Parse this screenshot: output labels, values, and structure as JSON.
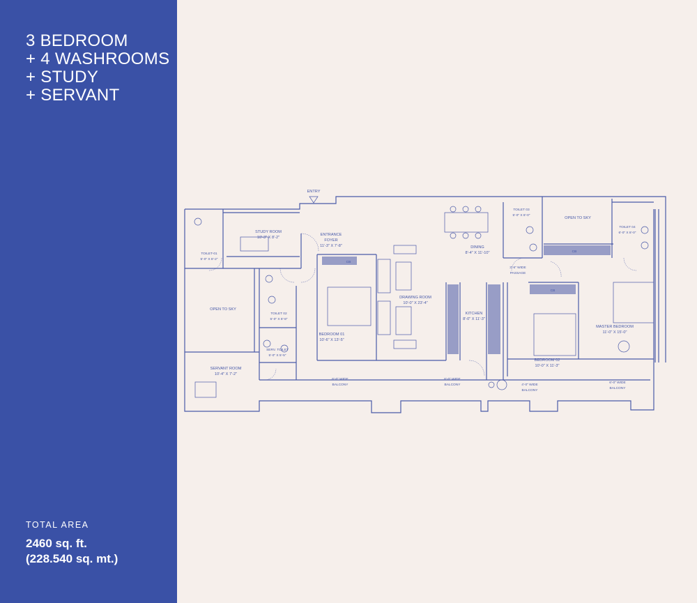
{
  "headline": {
    "line1": "3 BEDROOM",
    "line2": "+ 4 WASHROOMS",
    "line3": "+ STUDY",
    "line4": "+ SERVANT"
  },
  "total_area": {
    "label": "TOTAL AREA",
    "sqft": "2460 sq. ft.",
    "sqmt": "(228.540 sq. mt.)"
  },
  "colors": {
    "sidebar": "#3a51a6",
    "background": "#f6efeb",
    "linework": "#4a5aa8"
  },
  "plan": {
    "entry": "ENTRY",
    "cb": "CB",
    "rooms": {
      "toilet01": {
        "name": "TOILET-01",
        "dims": "5'-0\" X 8'-2\""
      },
      "study": {
        "name": "STUDY ROOM",
        "dims": "10'-3\" X 8'-2\""
      },
      "foyer": {
        "name1": "ENTRANCE",
        "name2": "FOYER",
        "dims": "11'-3\" X 7'-8\""
      },
      "dining": {
        "name": "DINING",
        "dims": "8'-4\" X 11'-10\""
      },
      "toilet03": {
        "name": "TOILET 03",
        "dims": "5'-0\" X 8'-0\""
      },
      "open_sky_top": {
        "name": "OPEN TO SKY"
      },
      "toilet04": {
        "name": "TOILET 04",
        "dims": "6'-0\" X 8'-0\""
      },
      "passage": {
        "name1": "3'-6\" WIDE",
        "name2": "PASSAGE"
      },
      "open_sky_left": {
        "name": "OPEN TO SKY"
      },
      "toilet02": {
        "name": "TOILET 02",
        "dims": "5'-0\" X 8'-8\""
      },
      "drawing": {
        "name": "DRAWING ROOM",
        "dims": "10'-0\" X 23'-4\""
      },
      "kitchen": {
        "name": "KITCHEN",
        "dims": "8'-0\" X 11'-3\""
      },
      "bedroom01": {
        "name": "BEDROOM 01",
        "dims": "10'-6\" X 13'-5\""
      },
      "master": {
        "name": "MASTER BEDROOM",
        "dims": "11'-0\" X 15'-0\""
      },
      "serv_toilet": {
        "name": "SERV. TOILET",
        "dims": "5'-0\" X 5'-5\""
      },
      "bedroom02": {
        "name": "BEDROOM 02",
        "dims": "10'-0\" X 11'-3\""
      },
      "servant": {
        "name": "SERVANT ROOM",
        "dims": "10'-4\" X 7'-2\""
      },
      "balcony1": {
        "name1": "6'-0\" WIDE",
        "name2": "BALCONY"
      },
      "balcony2": {
        "name1": "6'-0\" WIDE",
        "name2": "BALCONY"
      },
      "balcony3": {
        "name1": "4'-0\" WIDE",
        "name2": "BALCONY"
      },
      "balcony4": {
        "name1": "6'-0\" WIDE",
        "name2": "BALCONY"
      }
    }
  }
}
